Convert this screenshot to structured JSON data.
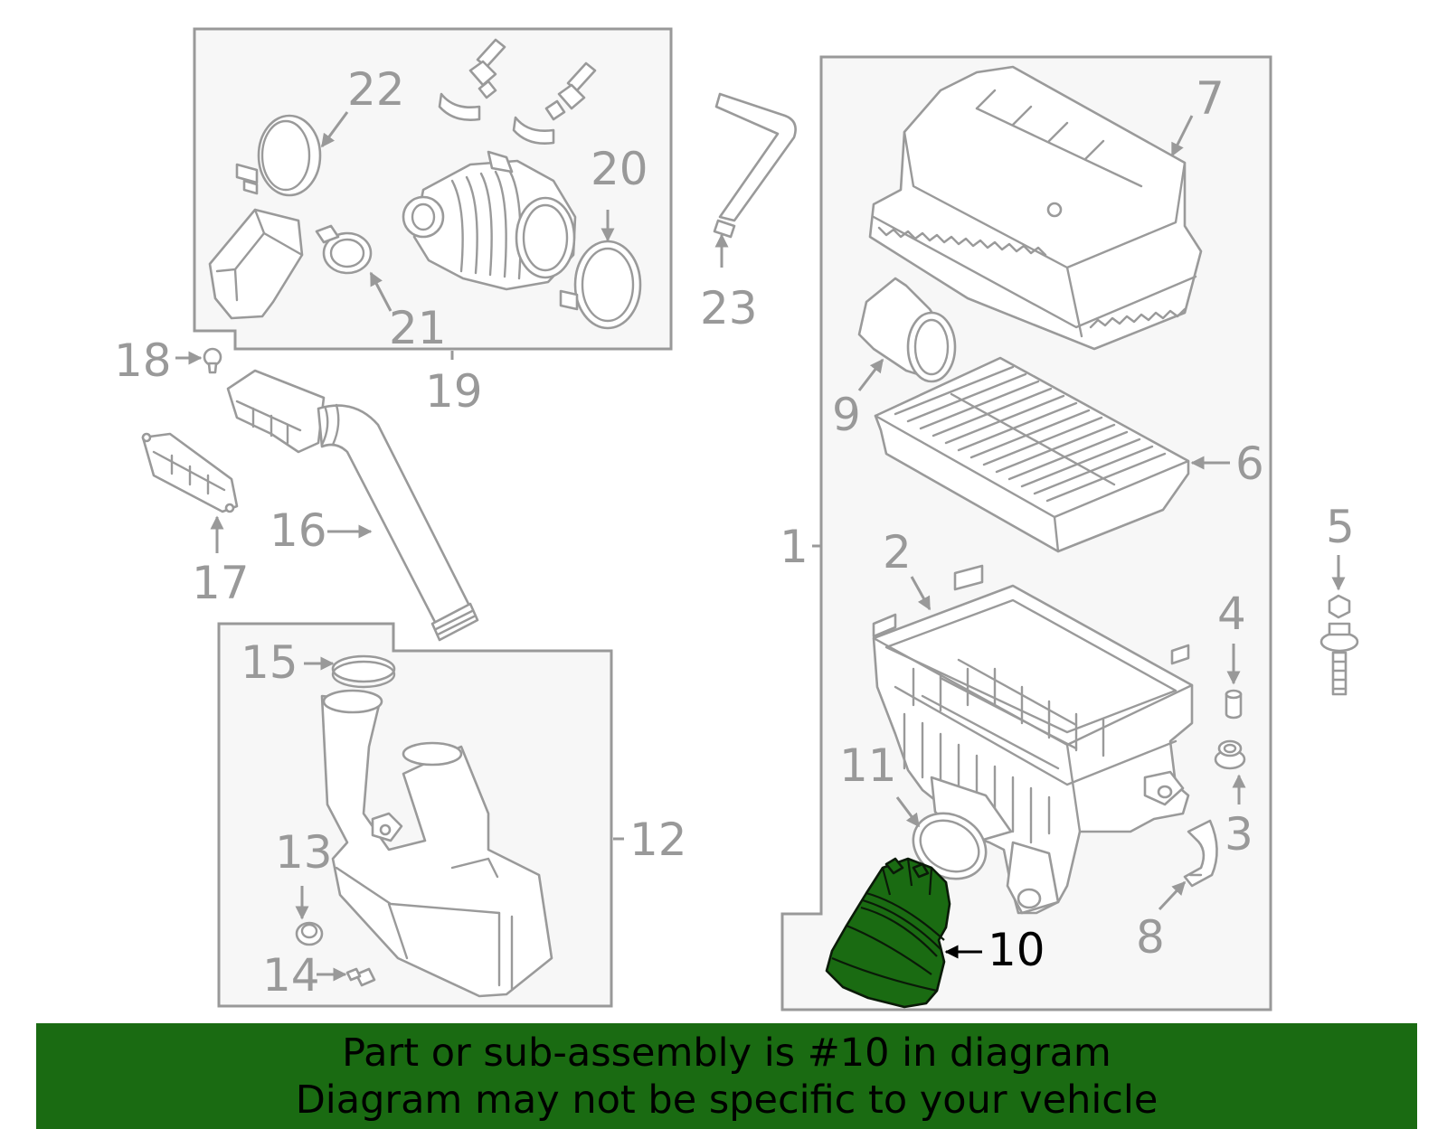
{
  "callouts": {
    "n1": "1",
    "n2": "2",
    "n3": "3",
    "n4": "4",
    "n5": "5",
    "n6": "6",
    "n7": "7",
    "n8": "8",
    "n9": "9",
    "n10": "10",
    "n11": "11",
    "n12": "12",
    "n13": "13",
    "n14": "14",
    "n15": "15",
    "n16": "16",
    "n17": "17",
    "n18": "18",
    "n19": "19",
    "n20": "20",
    "n21": "21",
    "n22": "22",
    "n23": "23"
  },
  "highlighted_part": "10",
  "colors": {
    "highlight": "#1a6b12",
    "line": "#999999",
    "box_fill": "#f7f7f7"
  },
  "banner": {
    "line1": "Part or sub-assembly is #10 in diagram",
    "line2": "Diagram may not be specific to your vehicle"
  }
}
